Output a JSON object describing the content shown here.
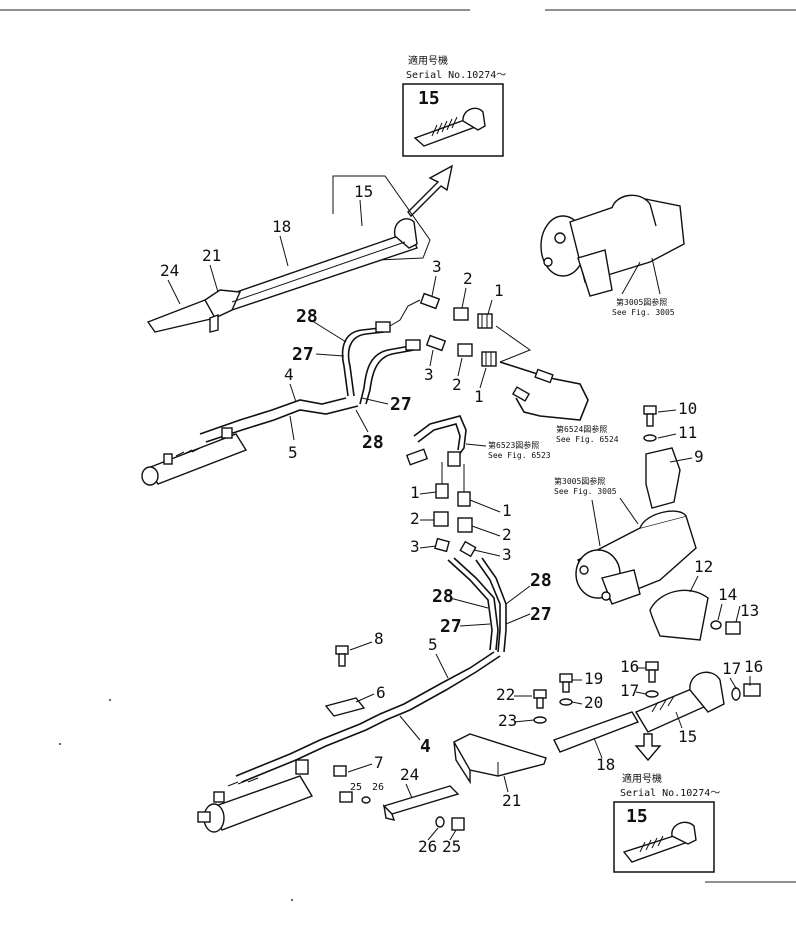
{
  "serial_note_top": {
    "jp": "適用号機",
    "serial": "Serial No.10274～",
    "callout": "15"
  },
  "serial_note_bottom": {
    "jp": "適用号機",
    "serial": "Serial No.10274～",
    "callout": "15"
  },
  "refs": {
    "fig3005_top_jp": "第3005図参照",
    "fig3005_top_en": "See Fig. 3005",
    "fig6524_jp": "第6524図参照",
    "fig6524_en": "See Fig. 6524",
    "fig6523_jp": "第6523図参照",
    "fig6523_en": "See Fig. 6523",
    "fig3005_mid_jp": "第3005図参照",
    "fig3005_mid_en": "See Fig. 3005"
  },
  "callouts": {
    "c15_frame": "15",
    "c18_top": "18",
    "c21_top": "21",
    "c24_top": "24",
    "c3_a": "3",
    "c2_a": "2",
    "c1_a": "1",
    "c28_a": "28",
    "c27_a": "27",
    "c4_a": "4",
    "c3_b": "3",
    "c2_b": "2",
    "c1_b": "1",
    "c27_b": "27",
    "c28_b": "28",
    "c5_a": "5",
    "c10": "10",
    "c11": "11",
    "c9": "9",
    "c1_c": "1",
    "c2_c": "2",
    "c3_c": "3",
    "c1_d": "1",
    "c2_d": "2",
    "c3_d": "3",
    "c28_c": "28",
    "c28_d": "28",
    "c27_c": "27",
    "c27_d": "27",
    "c12": "12",
    "c14": "14",
    "c13": "13",
    "c8": "8",
    "c5_b": "5",
    "c6": "6",
    "c4_b": "4",
    "c7": "7",
    "c25_a": "25",
    "c26_a": "26",
    "c24_b": "24",
    "c26_b": "26",
    "c25_b": "25",
    "c22": "22",
    "c19": "19",
    "c20": "20",
    "c23": "23",
    "c21_b": "21",
    "c18_b": "18",
    "c16_a": "16",
    "c17_a": "17",
    "c17_b": "17",
    "c16_b": "16",
    "c15_b": "15"
  }
}
